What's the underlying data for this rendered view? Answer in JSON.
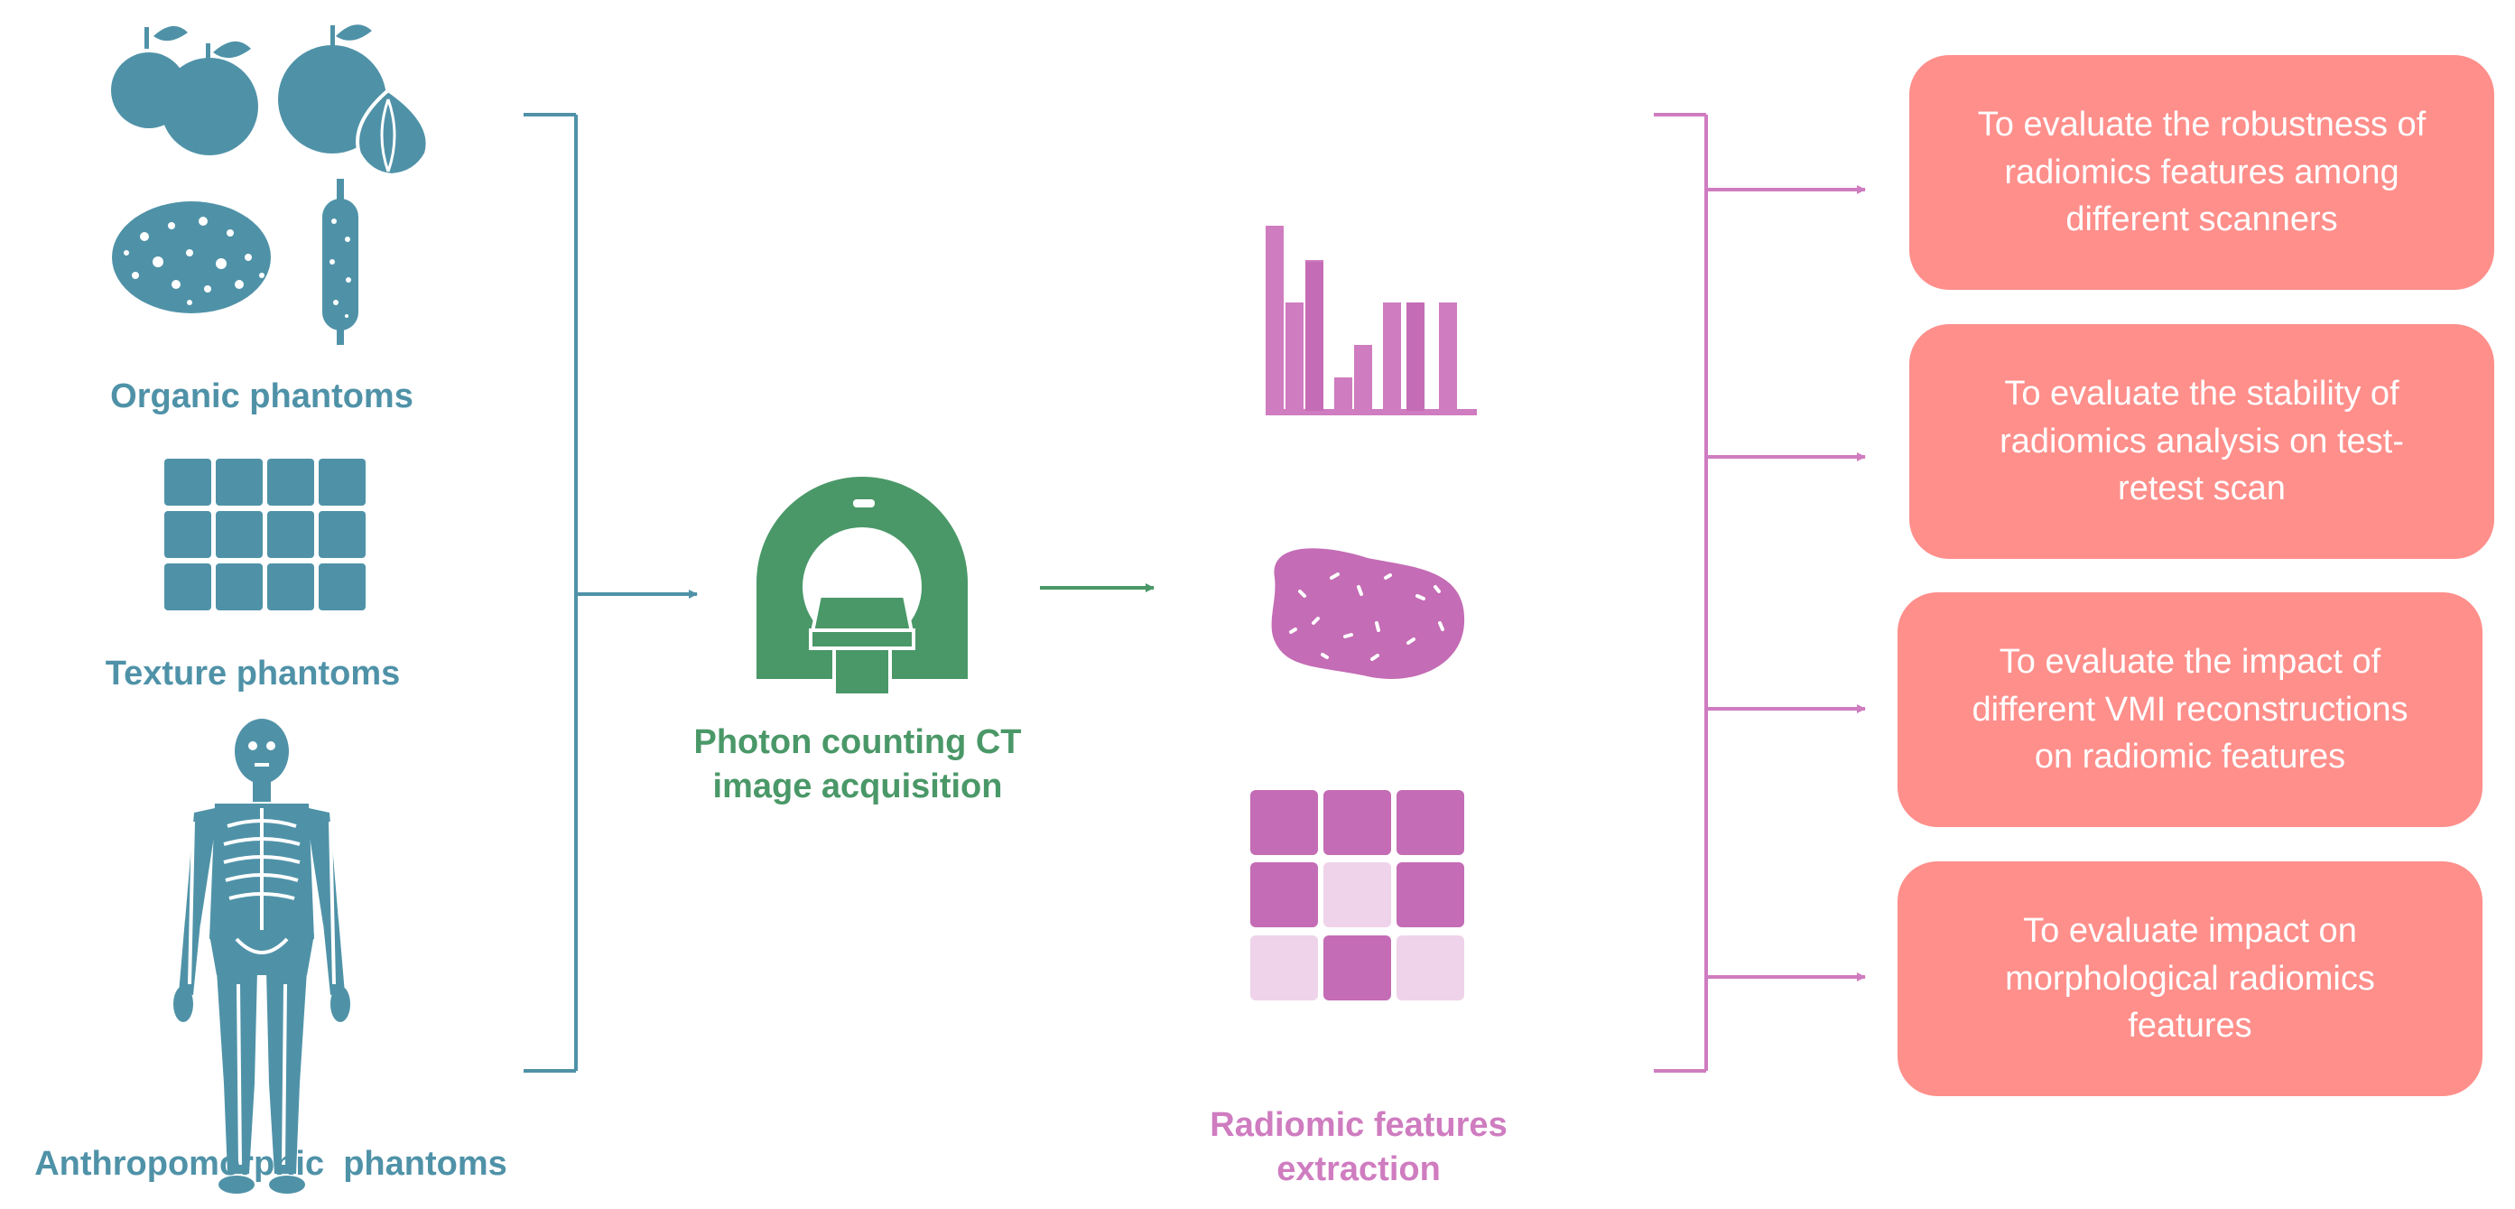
{
  "inputs": {
    "organic_label": "Organic phantoms",
    "texture_label": "Texture phantoms",
    "anthropomorphic_label": "Anthropomorphic  phantoms"
  },
  "acquisition": {
    "label_line1": "Photon counting CT",
    "label_line2": "image acquisition"
  },
  "extraction": {
    "label_line1": "Radiomic features",
    "label_line2": "extraction"
  },
  "objectives": [
    {
      "lines": [
        "To evaluate the robustness of",
        "radiomics features among",
        "different scanners"
      ]
    },
    {
      "lines": [
        "To evaluate the stability of",
        "radiomics analysis on test-",
        "retest scan"
      ]
    },
    {
      "lines": [
        "To evaluate the impact of",
        "different VMI reconstructions",
        "on radiomic features"
      ]
    },
    {
      "lines": [
        "To evaluate impact on",
        "morphological radiomics",
        "features"
      ]
    }
  ],
  "colors": {
    "blue": "#4f92a8",
    "green": "#4a9868",
    "pink": "#cf7cc0",
    "objective_box": "#ff8f8b"
  }
}
